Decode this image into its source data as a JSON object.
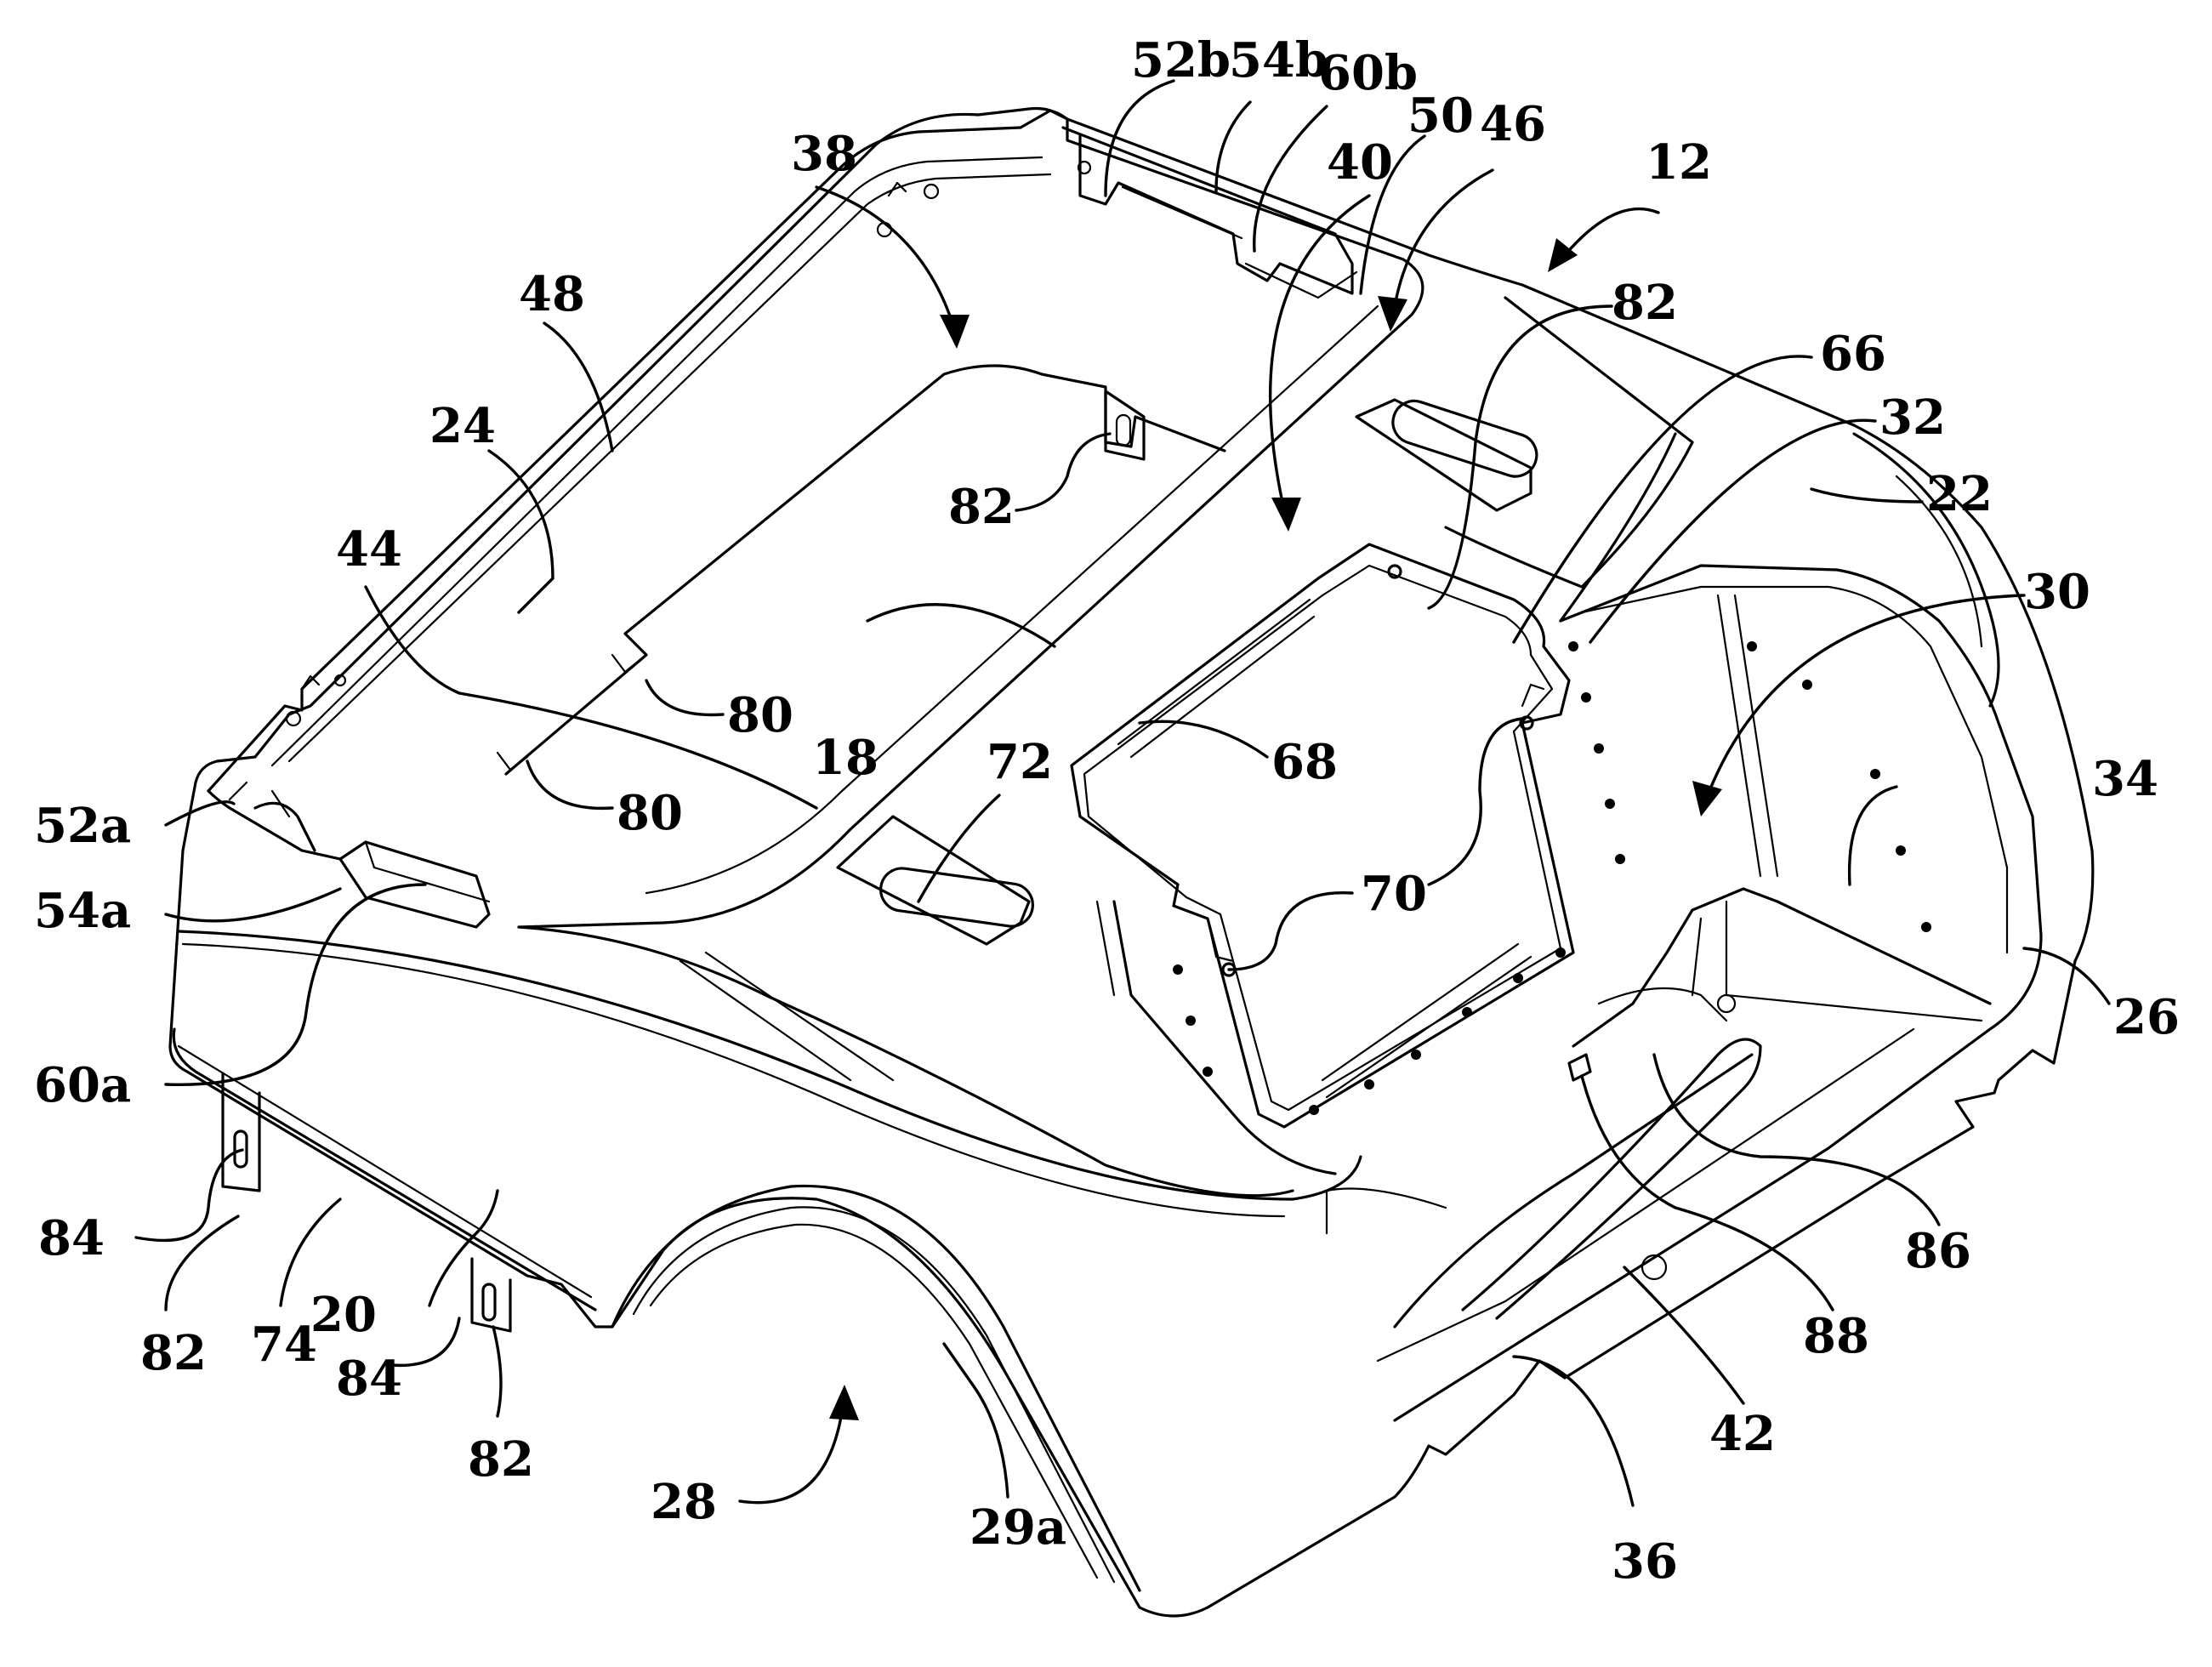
{
  "colors": {
    "line": "#000000",
    "background": "#ffffff"
  },
  "labels": {
    "l12": "12",
    "l18": "18",
    "l20": "20",
    "l22": "22",
    "l24": "24",
    "l26": "26",
    "l28": "28",
    "l29a": "29a",
    "l30": "30",
    "l32": "32",
    "l34": "34",
    "l36": "36",
    "l38": "38",
    "l40": "40",
    "l42": "42",
    "l44": "44",
    "l46": "46",
    "l48": "48",
    "l50": "50",
    "l52a": "52a",
    "l52b": "52b",
    "l54a": "54a",
    "l54b": "54b",
    "l60a": "60a",
    "l60b": "60b",
    "l66": "66",
    "l68": "68",
    "l70": "70",
    "l72": "72",
    "l74": "74",
    "l80a": "80",
    "l80b": "80",
    "l82a": "82",
    "l82b": "82",
    "l82c": "82",
    "l82d": "82",
    "l84a": "84",
    "l84b": "84",
    "l86": "86",
    "l88": "88"
  }
}
